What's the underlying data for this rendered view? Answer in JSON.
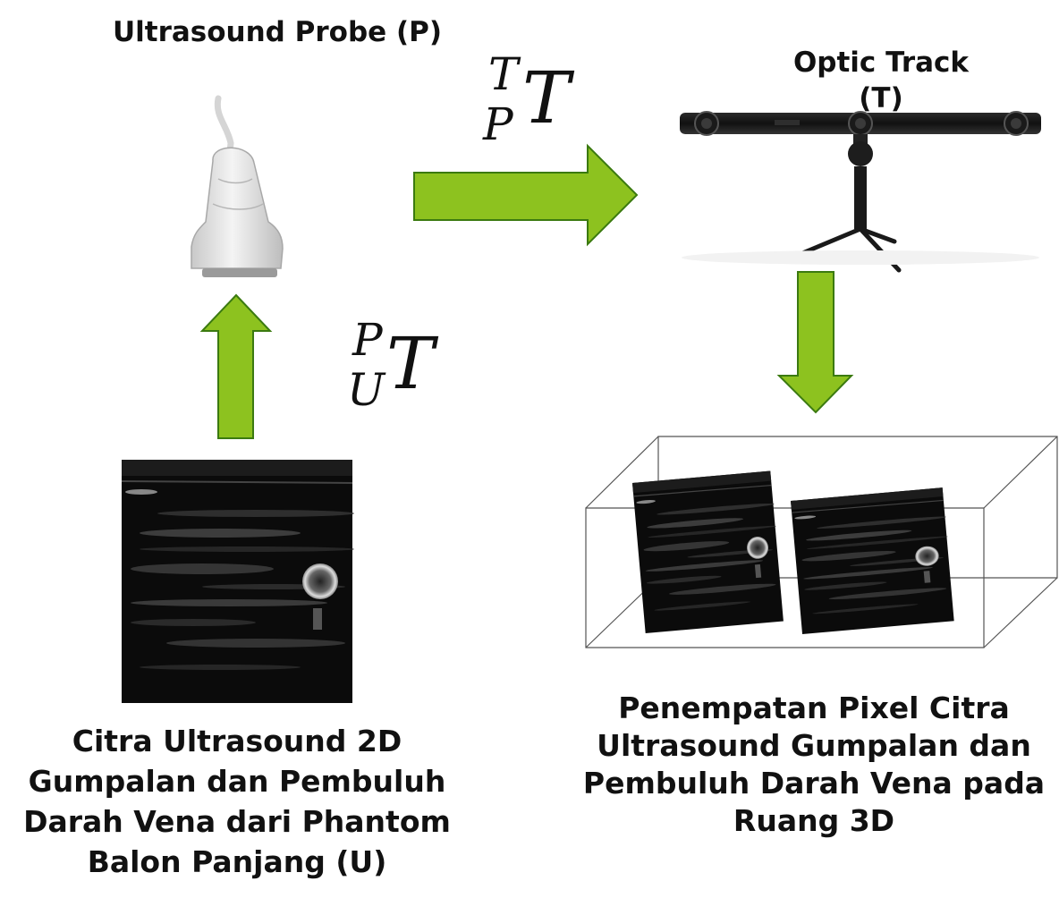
{
  "labels": {
    "probe_title": "Ultrasound Probe (P)",
    "optic_title": "Optic Track (T)",
    "left_caption": "Citra Ultrasound 2D Gumpalan dan Pembuluh Darah Vena dari Phantom Balon Panjang (U)",
    "right_caption": "Penempatan Pixel Citra Ultrasound Gumpalan dan Pembuluh Darah Vena pada Ruang 3D"
  },
  "transforms": {
    "probe_to_tracker": {
      "sup": "T",
      "sub": "P",
      "main": "T"
    },
    "image_to_probe": {
      "sup": "P",
      "sub": "U",
      "main": "T"
    }
  },
  "colors": {
    "arrow_fill": "#8DC21F",
    "arrow_stroke": "#3b7a10",
    "box_stroke": "#555555",
    "ultrasound_bg": "#0b0b0b"
  },
  "icons": {
    "probe": "ultrasound-probe-icon",
    "tracker": "optical-tracker-icon"
  }
}
